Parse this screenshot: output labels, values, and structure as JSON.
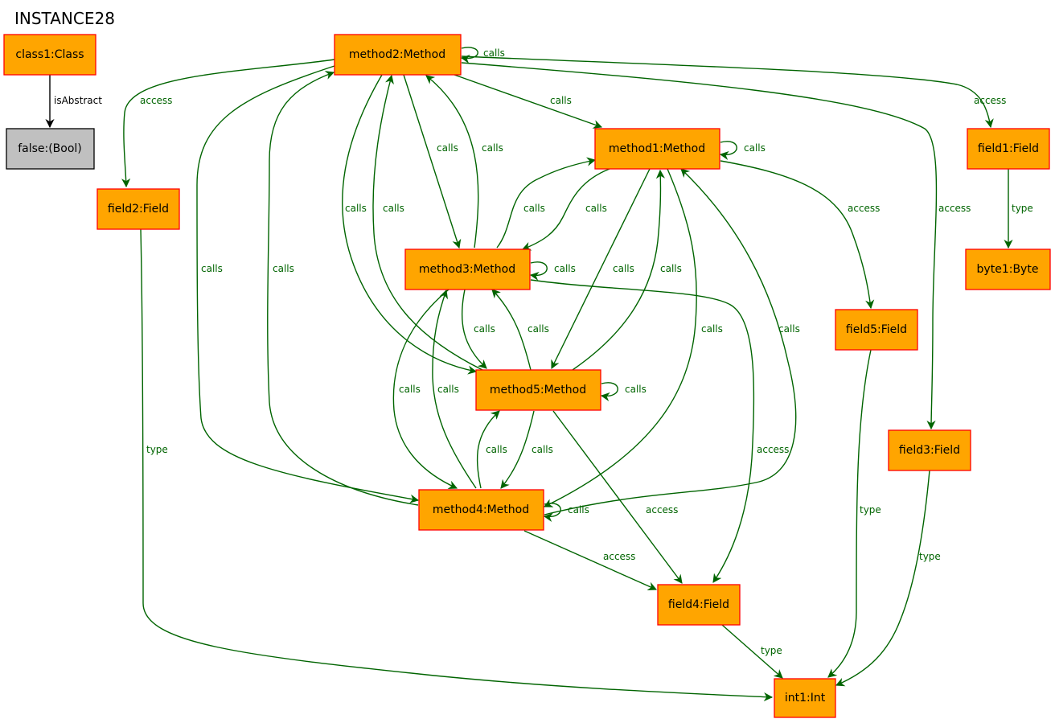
{
  "title": "INSTANCE28",
  "colors": {
    "node_fill": "#ffa500",
    "node_border": "#ff0000",
    "bool_fill": "#c0c0c0",
    "edge": "#006400",
    "edge_black": "#000000"
  },
  "nodes": {
    "class1": "class1:Class",
    "false1": "false:(Bool)",
    "method2": "method2:Method",
    "method1": "method1:Method",
    "method3": "method3:Method",
    "method5": "method5:Method",
    "method4": "method4:Method",
    "field1": "field1:Field",
    "field2": "field2:Field",
    "field3": "field3:Field",
    "field4": "field4:Field",
    "field5": "field5:Field",
    "byte1": "byte1:Byte",
    "int1": "int1:Int"
  },
  "edges": {
    "e_class1_false": "isAbstract",
    "e_m2_self": "calls",
    "e_m2_field2": "access",
    "e_m2_field1": "access",
    "e_m2_field3": "access",
    "e_m2_m1": "calls",
    "e_m2_m3": "calls",
    "e_m3_m2": "calls",
    "e_m2_m5": "calls",
    "e_m5_m2": "calls",
    "e_m2_m4": "calls",
    "e_m4_m2": "calls",
    "e_m1_self": "calls",
    "e_m1_field5": "access",
    "e_m3_m1": "calls",
    "e_m1_m3": "calls",
    "e_m1_m5": "calls",
    "e_m5_m1": "calls",
    "e_m1_m4": "calls",
    "e_m4_m1": "calls",
    "e_m3_self": "calls",
    "e_m3_field4": "access",
    "e_m3_m5": "calls",
    "e_m5_m3": "calls",
    "e_m3_m4": "calls",
    "e_m4_m3": "calls",
    "e_m5_self": "calls",
    "e_m5_m4": "calls",
    "e_m4_m5": "calls",
    "e_m5_field4": "access",
    "e_m4_self": "calls",
    "e_m4_field4": "access",
    "e_field1_byte1": "type",
    "e_field2_int1": "type",
    "e_field5_int1": "type",
    "e_field3_int1": "type",
    "e_field4_int1": "type"
  }
}
